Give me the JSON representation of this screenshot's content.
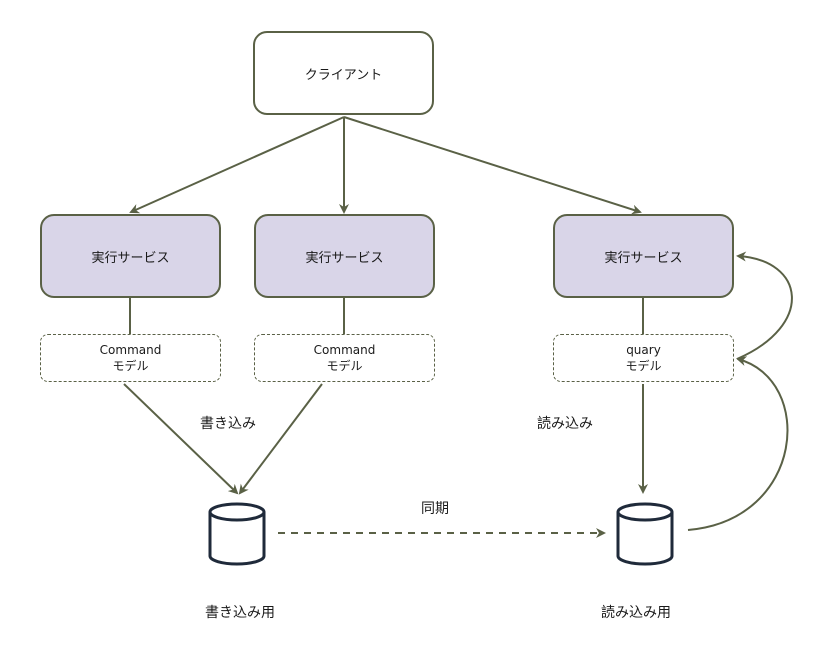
{
  "client": {
    "label": "クライアント"
  },
  "services": [
    {
      "label": "実行サービス"
    },
    {
      "label": "実行サービス"
    },
    {
      "label": "実行サービス"
    }
  ],
  "models": [
    {
      "line1": "Command",
      "line2": "モデル"
    },
    {
      "line1": "Command",
      "line2": "モデル"
    },
    {
      "line1": "quary",
      "line2": "モデル"
    }
  ],
  "edge_labels": {
    "write": "書き込み",
    "read": "読み込み",
    "sync": "同期"
  },
  "databases": [
    {
      "label": "書き込み用",
      "icon": "database-icon"
    },
    {
      "label": "読み込み用",
      "icon": "database-icon"
    }
  ],
  "colors": {
    "edge": "#5a6146",
    "service_fill": "#d9d5e8",
    "db_stroke": "#1f2a3a"
  }
}
